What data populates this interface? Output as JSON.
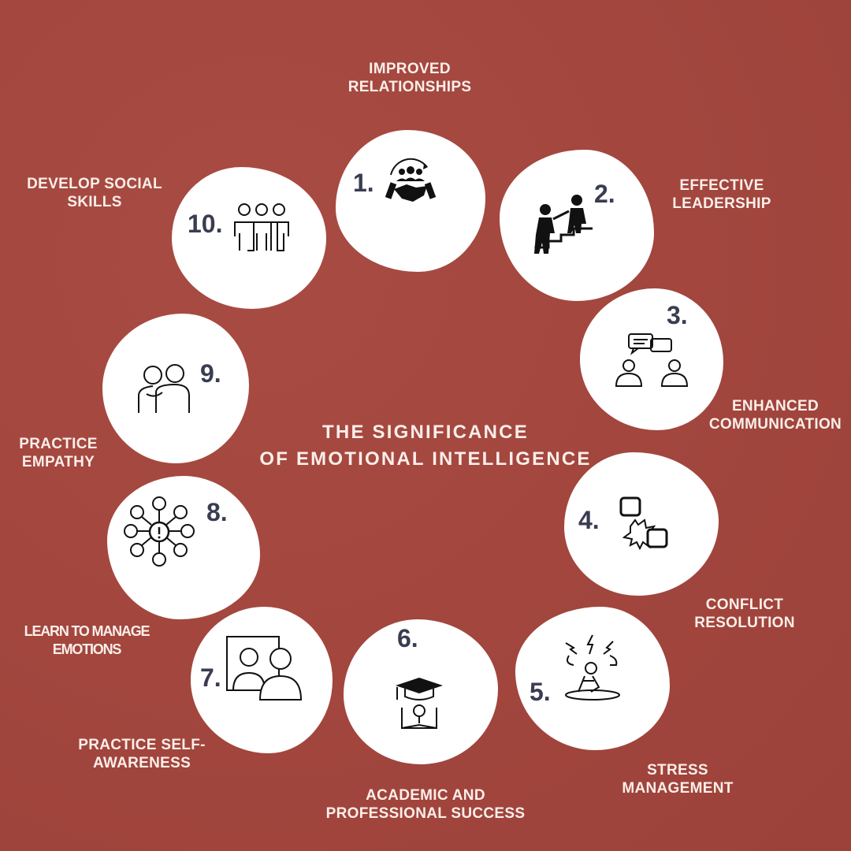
{
  "title": {
    "line1": "THE SIGNIFICANCE",
    "line2": "OF EMOTIONAL INTELLIGENCE"
  },
  "colors": {
    "background": "#a3473f",
    "blob": "#ffffff",
    "number": "#3a3c52",
    "label": "#fbeee9"
  },
  "items": [
    {
      "number": "1.",
      "label": "IMPROVED\nRELATIONSHIPS",
      "icon": "handshake-team-icon"
    },
    {
      "number": "2.",
      "label": "EFFECTIVE\nLEADERSHIP",
      "icon": "leader-stairs-icon"
    },
    {
      "number": "3.",
      "label": "ENHANCED\nCOMMUNICATION",
      "icon": "conversation-icon"
    },
    {
      "number": "4.",
      "label": "CONFLICT\nRESOLUTION",
      "icon": "fist-clash-icon"
    },
    {
      "number": "5.",
      "label": "STRESS\nMANAGEMENT",
      "icon": "stressed-person-icon"
    },
    {
      "number": "6.",
      "label": "ACADEMIC AND\nPROFESSIONAL SUCCESS",
      "icon": "graduation-book-icon"
    },
    {
      "number": "7.",
      "label": "PRACTICE  SELF-\nAWARENESS",
      "icon": "mirror-reflection-icon"
    },
    {
      "number": "8.",
      "label": "LEARN TO MANAGE\nEMOTIONS",
      "icon": "emotions-head-icon"
    },
    {
      "number": "9.",
      "label": "PRACTICE\nEMPATHY",
      "icon": "hug-icon"
    },
    {
      "number": "10.",
      "label": "DEVELOP SOCIAL\nSKILLS",
      "icon": "group-people-icon"
    }
  ]
}
